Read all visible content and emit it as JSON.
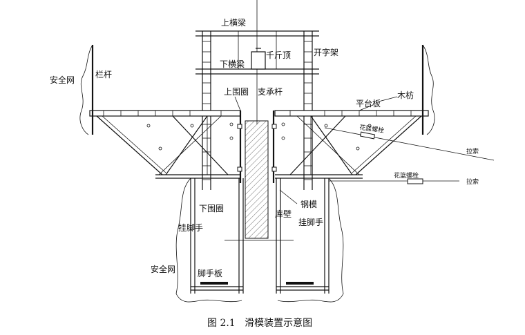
{
  "labels": {
    "upper_beam": "上横梁",
    "lower_beam": "下横梁",
    "jack": "千斤顶",
    "portal_frame": "开字架",
    "upper_ring": "上围圈",
    "support_rod": "支承杆",
    "platform_board": "平台板",
    "wood_purlin": "木枋",
    "turnbuckle_1": "花篮螺栓",
    "turnbuckle_2": "花篮螺栓",
    "guy_1": "拉索",
    "guy_2": "拉索",
    "safety_net_top": "安全网",
    "railing": "栏杆",
    "lower_ring": "下围圈",
    "steel_form": "钢模",
    "wall": "库壁",
    "hanging_scaffold_left": "挂脚手",
    "hanging_scaffold_right": "挂脚手",
    "safety_net_bottom": "安全网",
    "scaffold_board": "脚手板"
  },
  "caption": "图 2.1   滑模装置示意图"
}
